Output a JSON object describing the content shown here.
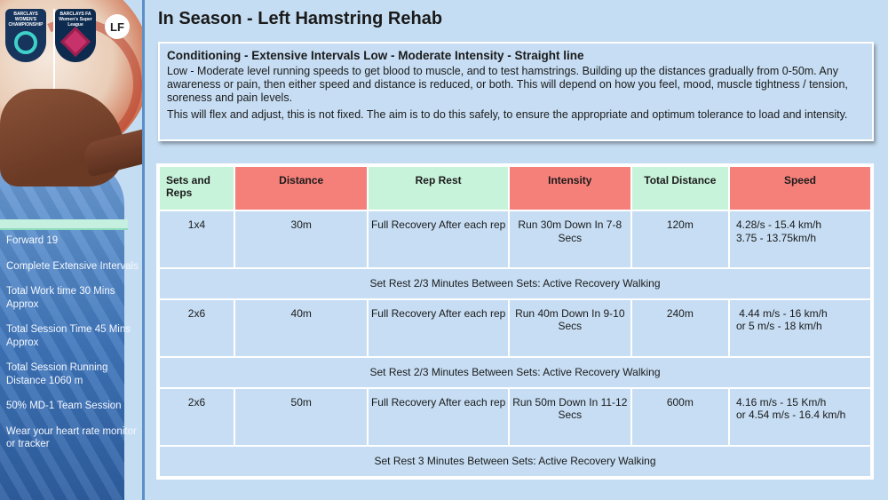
{
  "page": {
    "title": "In Season - Left Hamstring Rehab"
  },
  "logos": {
    "championship_text": "BARCLAYS WOMEN'S CHAMPIONSHIP",
    "wsl_text": "BARCLAYS FA Women's Super League",
    "lf_text": "LF"
  },
  "sidebar": {
    "items": [
      "Forward 19",
      "Complete Extensive Intervals",
      "Total Work time 30 Mins Approx",
      "Total Session Time 45 Mins Approx",
      "Total Session Running Distance 1060 m",
      "50% MD-1 Team Session",
      "Wear your heart rate monitor or tracker"
    ]
  },
  "description": {
    "heading": "Conditioning - Extensive Intervals Low - Moderate Intensity - Straight line",
    "paragraph1": "Low - Moderate level running speeds to get blood to muscle, and to test hamstrings. Building up the distances gradually from 0-50m. Any awareness or pain, then either speed and distance is reduced, or both. This will depend on how you feel, mood, muscle tightness / tension, soreness and pain levels.",
    "paragraph2": "This will flex and adjust, this is not fixed. The aim is to do this safely, to ensure the appropriate and optimum tolerance to load and intensity."
  },
  "table": {
    "headers": [
      "Sets and Reps",
      "Distance",
      "Rep Rest",
      "Intensity",
      "Total Distance",
      "Speed"
    ],
    "header_colors": [
      "green",
      "red",
      "green",
      "red",
      "green",
      "red"
    ],
    "rows": [
      {
        "sets": "1x4",
        "distance": "30m",
        "rep_rest": "Full Recovery After each rep",
        "intensity": "Run 30m Down In 7-8 Secs",
        "total_distance": "120m",
        "speed_line1": "4.28/s - 15.4 km/h",
        "speed_line2": "3.75 - 13.75km/h",
        "set_rest": "Set Rest 2/3 Minutes Between Sets: Active Recovery Walking"
      },
      {
        "sets": "2x6",
        "distance": "40m",
        "rep_rest": "Full Recovery After each rep",
        "intensity": "Run 40m Down In 9-10 Secs",
        "total_distance": "240m",
        "speed_line1": " 4.44 m/s - 16 km/h",
        "speed_line2": "or 5 m/s - 18 km/h",
        "set_rest": "Set Rest 2/3 Minutes Between Sets: Active Recovery Walking"
      },
      {
        "sets": "2x6",
        "distance": "50m",
        "rep_rest": "Full Recovery After each rep",
        "intensity": "Run 50m Down In 11-12 Secs",
        "total_distance": "600m",
        "speed_line1": "4.16 m/s - 15 Km/h",
        "speed_line2": "or 4.54 m/s - 16.4 km/h",
        "set_rest": "Set Rest 3 Minutes Between Sets: Active Recovery Walking"
      }
    ]
  },
  "colors": {
    "background": "#c5ddf2",
    "header_green": "#c8f3db",
    "header_red": "#f5807a",
    "cell_blue": "#c6ddf3"
  }
}
